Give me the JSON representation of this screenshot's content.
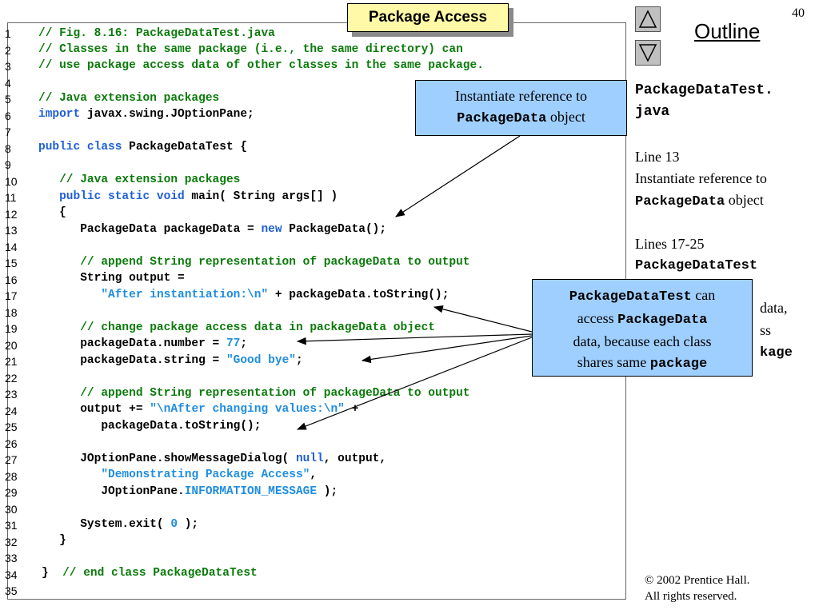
{
  "slide": {
    "title": "Package Access",
    "page_number": "40",
    "outline_label": "Outline",
    "copyright_line1": "© 2002 Prentice Hall.",
    "copyright_line2": "All rights reserved."
  },
  "nav": {
    "up_icon": "triangle-up-icon",
    "down_icon": "triangle-down-icon"
  },
  "code": {
    "line_numbers": [
      "1",
      "2",
      "3",
      "4",
      "5",
      "6",
      "7",
      "8",
      "9",
      "10",
      "11",
      "12",
      "13",
      "14",
      "15",
      "16",
      "17",
      "18",
      "19",
      "20",
      "21",
      "22",
      "23",
      "24",
      "25",
      "26",
      "27",
      "28",
      "29",
      "30",
      "31",
      "32",
      "33",
      "34",
      "35"
    ],
    "l1": "// Fig. 8.16: PackageDataTest.java",
    "l2": "// Classes in the same package (i.e., the same directory) can",
    "l3": "// use package access data of other classes in the same package.",
    "l5": "// Java extension packages",
    "l6a": "import",
    "l6b": " javax.swing.JOptionPane;",
    "l8a": "public class",
    "l8b": " PackageDataTest {",
    "l10": "   // Java extension packages",
    "l11a": "   public static void",
    "l11b": " main( String args[] )",
    "l12": "   {",
    "l13a": "      PackageData packageData = ",
    "l13b": "new",
    "l13c": " PackageData();",
    "l15": "      // append String representation of packageData to output",
    "l16": "      String output =",
    "l17a": "         ",
    "l17b": "\"After instantiation:\\n\"",
    "l17c": " + packageData.toString();",
    "l19": "      // change package access data in packageData object",
    "l20a": "      packageData.number = ",
    "l20b": "77",
    "l20c": ";",
    "l21a": "      packageData.string = ",
    "l21b": "\"Good bye\"",
    "l21c": ";",
    "l23": "      // append String representation of packageData to output",
    "l24a": "      output += ",
    "l24b": "\"\\nAfter changing values:\\n\"",
    "l24c": " +",
    "l25": "         packageData.toString();",
    "l27a": "      JOptionPane.showMessageDialog( ",
    "l27b": "null",
    "l27c": ", output,",
    "l28a": "         ",
    "l28b": "\"Demonstrating Package Access\"",
    "l28c": ",",
    "l29a": "         JOptionPane.",
    "l29b": "INFORMATION_MESSAGE",
    "l29c": " );",
    "l31a": "      System.exit( ",
    "l31b": "0",
    "l31c": " );",
    "l32": "   }",
    "l34a": "}  ",
    "l34b": "// end class PackageDataTest"
  },
  "notes": {
    "file_name_1": "PackageDataTest.",
    "file_name_2": "java",
    "line13_label": "Line 13",
    "line13_text": "Instantiate reference to",
    "line13_mono": "PackageData",
    "line13_tail": " object",
    "lines_label": "Lines 17-25",
    "lines_mono": "PackageDataTest",
    "hidden_1": "data,",
    "hidden_2": "ss",
    "hidden_3": "kage"
  },
  "callouts": {
    "instantiate_text": "Instantiate reference to",
    "instantiate_mono": "PackageData",
    "instantiate_tail": " object",
    "access_mono1": "PackageDataTest",
    "access_t1": " can",
    "access_t2": "access ",
    "access_mono2": "PackageData",
    "access_t3": "data, because each class",
    "access_t4": "shares same ",
    "access_mono3": "package"
  },
  "colors": {
    "keyword": "#1f5fd6",
    "comment": "#0a7a0a",
    "string": "#1f8de0",
    "title_bg": "#fff9a8",
    "callout_bg": "#9fcfff"
  }
}
